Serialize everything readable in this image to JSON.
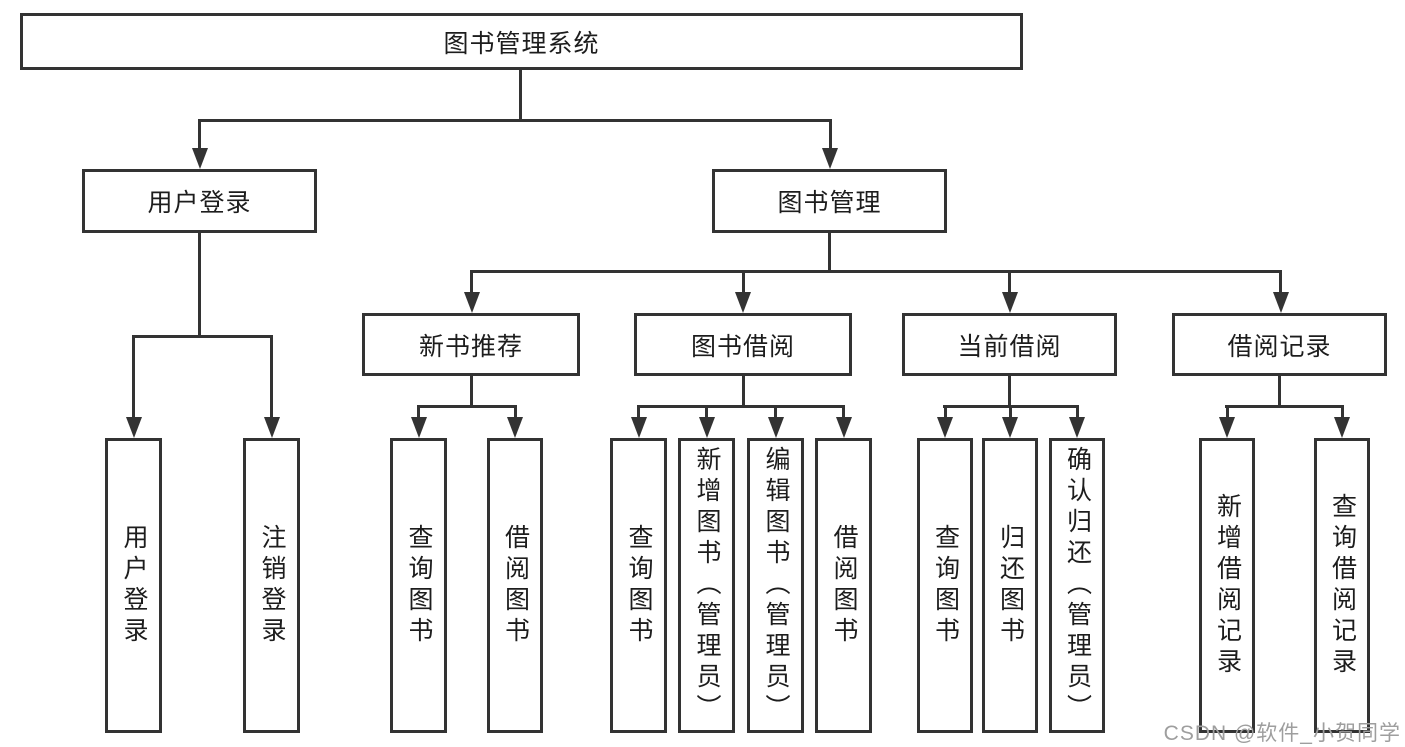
{
  "colors": {
    "line": "#333333",
    "text": "#1d1d1d",
    "background": "#ffffff",
    "watermark": "#9e9e9e"
  },
  "tree": {
    "root": {
      "label": "图书管理系统"
    },
    "branches": [
      {
        "label": "用户登录",
        "children": [
          {
            "label": "用户登录"
          },
          {
            "label": "注销登录"
          }
        ]
      },
      {
        "label": "图书管理",
        "children": [
          {
            "label": "新书推荐",
            "children": [
              {
                "label": "查询图书"
              },
              {
                "label": "借阅图书"
              }
            ]
          },
          {
            "label": "图书借阅",
            "children": [
              {
                "label": "查询图书"
              },
              {
                "label": "新增图书（管理员）"
              },
              {
                "label": "编辑图书（管理员）"
              },
              {
                "label": "借阅图书"
              }
            ]
          },
          {
            "label": "当前借阅",
            "children": [
              {
                "label": "查询图书"
              },
              {
                "label": "归还图书"
              },
              {
                "label": "确认归还（管理员）"
              }
            ]
          },
          {
            "label": "借阅记录",
            "children": [
              {
                "label": "新增借阅记录"
              },
              {
                "label": "查询借阅记录"
              }
            ]
          }
        ]
      }
    ]
  },
  "watermark": {
    "text": "CSDN @软件_小贺同学"
  }
}
